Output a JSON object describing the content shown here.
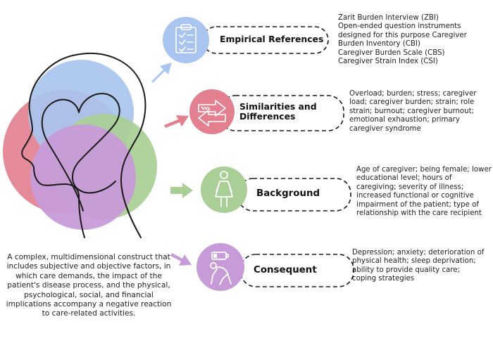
{
  "definition": "A complex, multidimensional construct that includes subjective and objective factors, in which care demands, the impact of the patient's disease process, and the physical, psychological, social, and financial implications accompany a negative reaction to care-related activities.",
  "sections": [
    {
      "title": "Empirical References",
      "icon": "clipboard-checklist-icon",
      "color": "#a9c4ee",
      "lines": [
        "Zarit Burden Interview (ZBI)",
        "Open-ended question instruments",
        "designed for this purpose Caregiver",
        "Burden Inventory (CBI)",
        "Caregiver Burden Scale (CBS)",
        "Caregiver Strain Index (CSI)"
      ]
    },
    {
      "title_lines": [
        "Similarities and",
        "Differences"
      ],
      "icon": "opposing-arrows-icon",
      "color": "#e3808f",
      "lines": [
        "Overload; burden; stress; caregiver",
        "load; caregiver burden; strain; role",
        "strain; burnout; caregiver burnout;",
        "emotional exhaustion; primary",
        "caregiver syndrome"
      ]
    },
    {
      "title": "Background",
      "icon": "woman-figure-icon",
      "color": "#a9cf96",
      "lines": [
        "Age of caregiver; being female; lower",
        "educational level; hours of",
        "caregiving; severity of illness;",
        "increased functional or cognitive",
        "impairment of the patient; type of",
        "relationship with the care recipient"
      ]
    },
    {
      "title": "Consequent",
      "icon": "exhausted-person-icon",
      "color": "#c79bd8",
      "lines": [
        "Depression; anxiety; deterioration of",
        "physical health; sleep deprivation;",
        "ability to provide quality care;",
        "coping strategies"
      ]
    }
  ],
  "colors": {
    "blue": "#a9c4ee",
    "pink": "#e3808f",
    "green": "#a9cf96",
    "purple": "#c79bd8",
    "outline": "#1a1a1a"
  }
}
